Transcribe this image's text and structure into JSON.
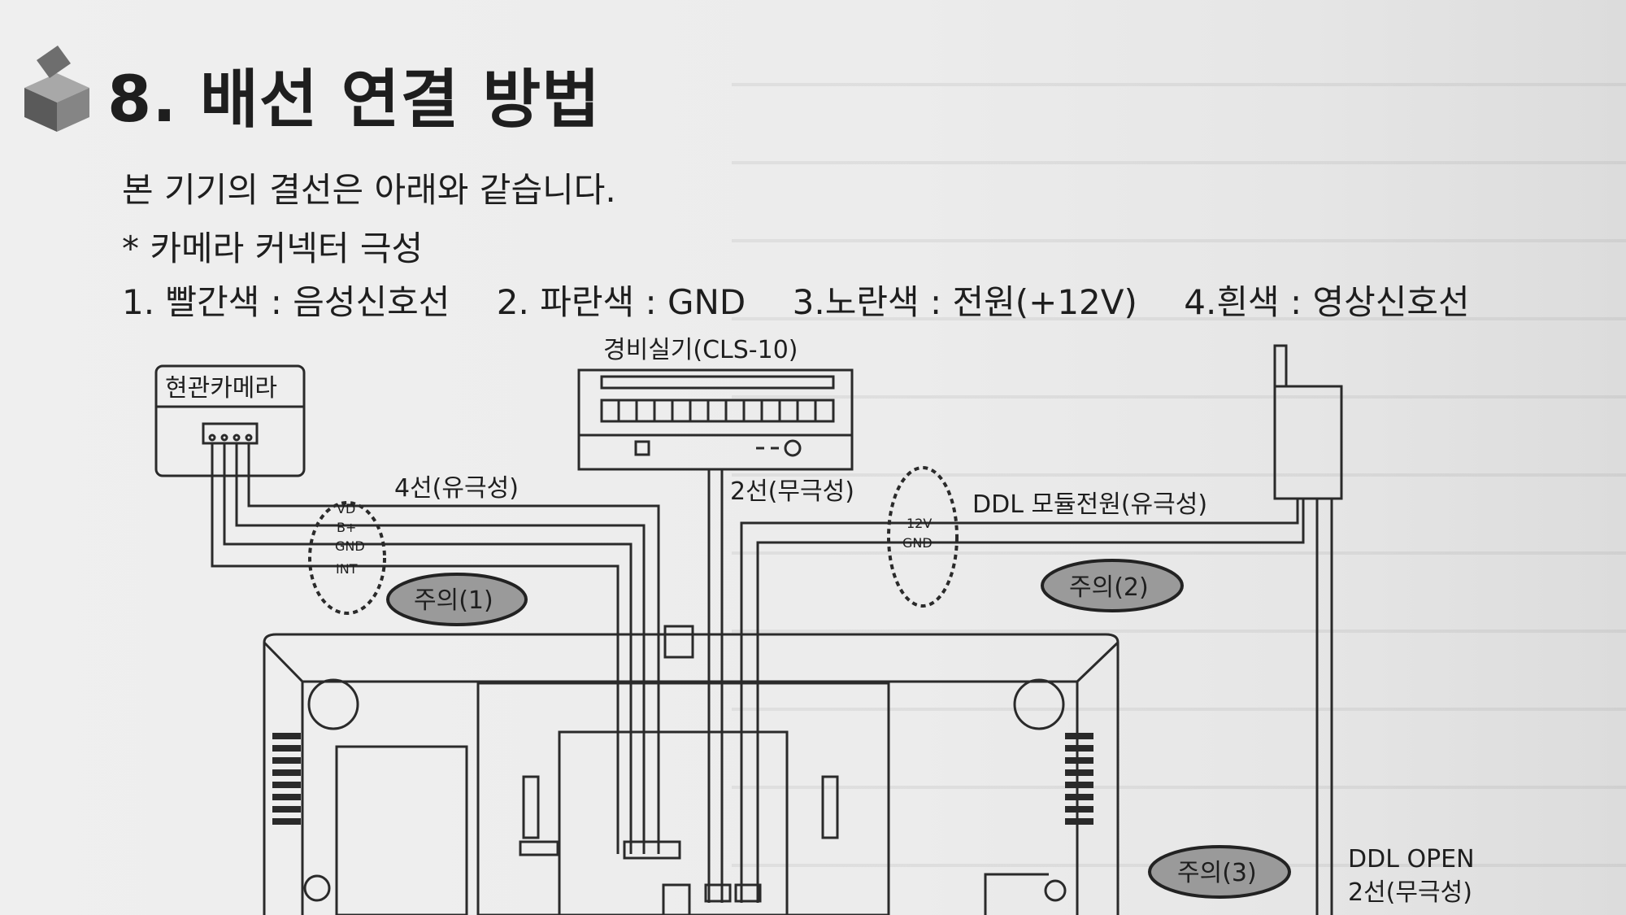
{
  "section": {
    "title": "8. 배선 연결 방법",
    "intro": "본 기기의 결선은 아래와 같습니다.",
    "connector_heading": "* 카메라 커넥터 극성",
    "connector_pins": [
      "1. 빨간색 : 음성신호선",
      "2. 파란색 : GND",
      "3.노란색 : 전원(+12V)",
      "4.흰색 : 영상신호선"
    ]
  },
  "diagram": {
    "camera_label": "현관카메라",
    "guard_label": "경비실기(CLS-10)",
    "wire_4": "4선(유극성)",
    "wire_2": "2선(무극성)",
    "ddl_power": "DDL 모듈전원(유극성)",
    "camera_pins": [
      "VD",
      "B+",
      "GND",
      "INT"
    ],
    "ddl_pins": [
      "12V",
      "GND"
    ],
    "notes": [
      "주의(1)",
      "주의(2)",
      "주의(3)"
    ],
    "ddl_open_1": "DDL OPEN",
    "ddl_open_2": "2선(무극성)"
  }
}
